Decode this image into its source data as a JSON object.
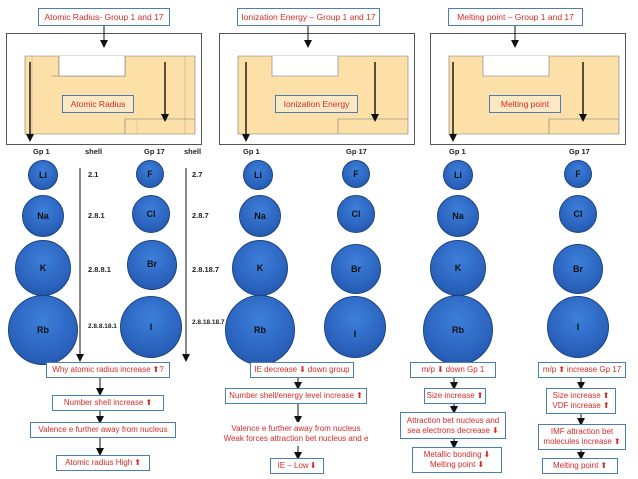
{
  "headers": {
    "atomic_radius": "Atomic Radius- Group 1 and 17",
    "ionization_energy": "Ionization Energy – Group 1 and 17",
    "melting_point": "Melting point – Group 1 and 17"
  },
  "panel_labels": {
    "atomic_radius": "Atomic Radius",
    "ionization_energy": "Ionization Energy",
    "melting_point": "Melting point"
  },
  "columns": {
    "gp1": "Gp 1",
    "gp17": "Gp 17",
    "shell": "shell"
  },
  "group1": {
    "elements": [
      "Li",
      "Na",
      "K",
      "Rb"
    ],
    "shells": [
      "2.1",
      "2.8.1",
      "2.8.8.1",
      "2.8.8.18.1"
    ]
  },
  "group17": {
    "elements": [
      "F",
      "Cl",
      "Br",
      "I"
    ],
    "shells": [
      "2.7",
      "2.8.7",
      "2.8.18.7",
      "2.8.18.18.7"
    ]
  },
  "radius_column": {
    "question": "Why atomic radius increase",
    "question_end": "?",
    "step1": "Number shell increase",
    "step2": "Valence e further away from nucleus",
    "step3": "Atomic radius High"
  },
  "ie_column": {
    "title_a": "IE decrease",
    "title_b": "down group",
    "step1": "Number shell/energy level increase",
    "step2_line1": "Valence e further away from nucleus",
    "step2_line2": "Weak forces attraction bet nucleus and e",
    "step3": "IE – Low"
  },
  "mp1_column": {
    "title_a": "m/p",
    "title_b": "down Gp 1",
    "step1": "Size increase",
    "step2_line1": "Attraction bet nucleus and",
    "step2_line2": "sea electrons decrease",
    "step3_line1": "Metallic bonding",
    "step3_line2": "Melting point"
  },
  "mp17_column": {
    "title_a": "m/p",
    "title_b": "increase Gp 17",
    "step1_line1": "Size increase",
    "step1_line2": "VDF increase",
    "step2_line1": "IMF attraction bet",
    "step2_line2": "molecules  increase",
    "step3": "Melting point"
  },
  "arrows": {
    "up": "🡅",
    "down": "🡇"
  },
  "colors": {
    "label_red": "#d42a2a",
    "box_border": "#4a7ebb",
    "atom_blue": "#2b64bf",
    "table_fill": "#fce0a8"
  }
}
